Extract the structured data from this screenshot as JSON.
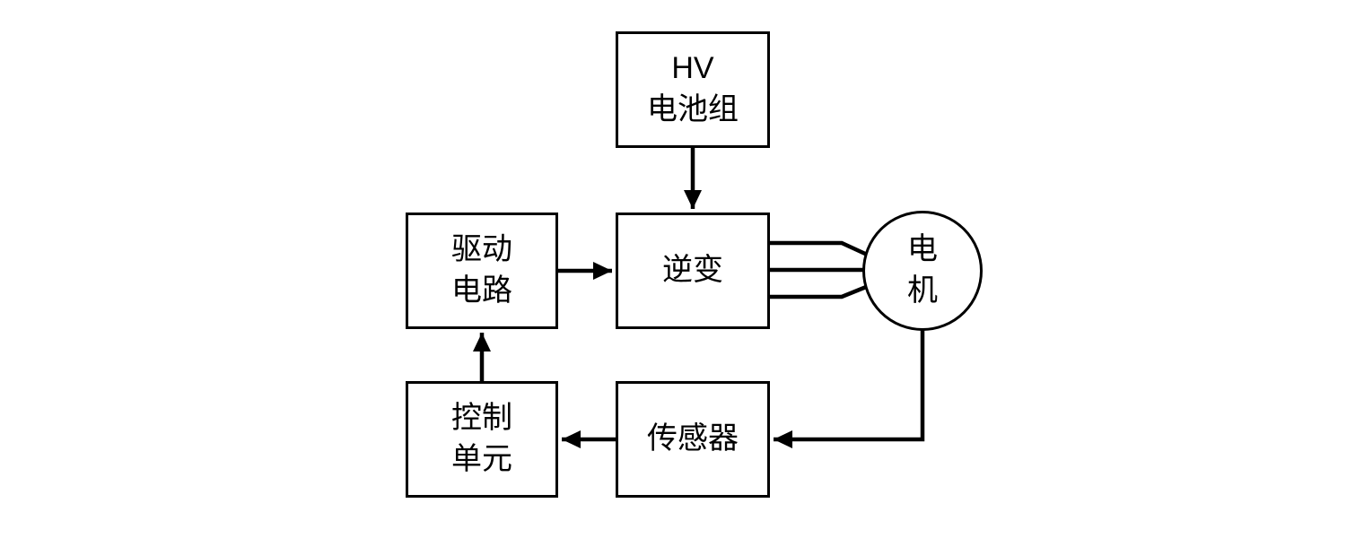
{
  "diagram": {
    "type": "block-diagram",
    "nodes": {
      "hv_battery": {
        "label": "HV\n电池组",
        "shape": "rect"
      },
      "drive_circuit": {
        "label": "驱动\n电路",
        "shape": "rect"
      },
      "inverter": {
        "label": "逆变",
        "shape": "rect"
      },
      "motor": {
        "label": "电\n机",
        "shape": "circle"
      },
      "sensor": {
        "label": "传感器",
        "shape": "rect"
      },
      "control_unit": {
        "label": "控制\n单元",
        "shape": "rect"
      }
    },
    "edges": [
      {
        "from": "hv_battery",
        "to": "inverter",
        "style": "arrow"
      },
      {
        "from": "drive_circuit",
        "to": "inverter",
        "style": "arrow"
      },
      {
        "from": "inverter",
        "to": "motor",
        "style": "three-phase-lines"
      },
      {
        "from": "motor",
        "to": "sensor",
        "style": "arrow"
      },
      {
        "from": "sensor",
        "to": "control_unit",
        "style": "arrow"
      },
      {
        "from": "control_unit",
        "to": "drive_circuit",
        "style": "arrow"
      }
    ],
    "colors": {
      "stroke": "#000000",
      "background": "#ffffff"
    }
  }
}
